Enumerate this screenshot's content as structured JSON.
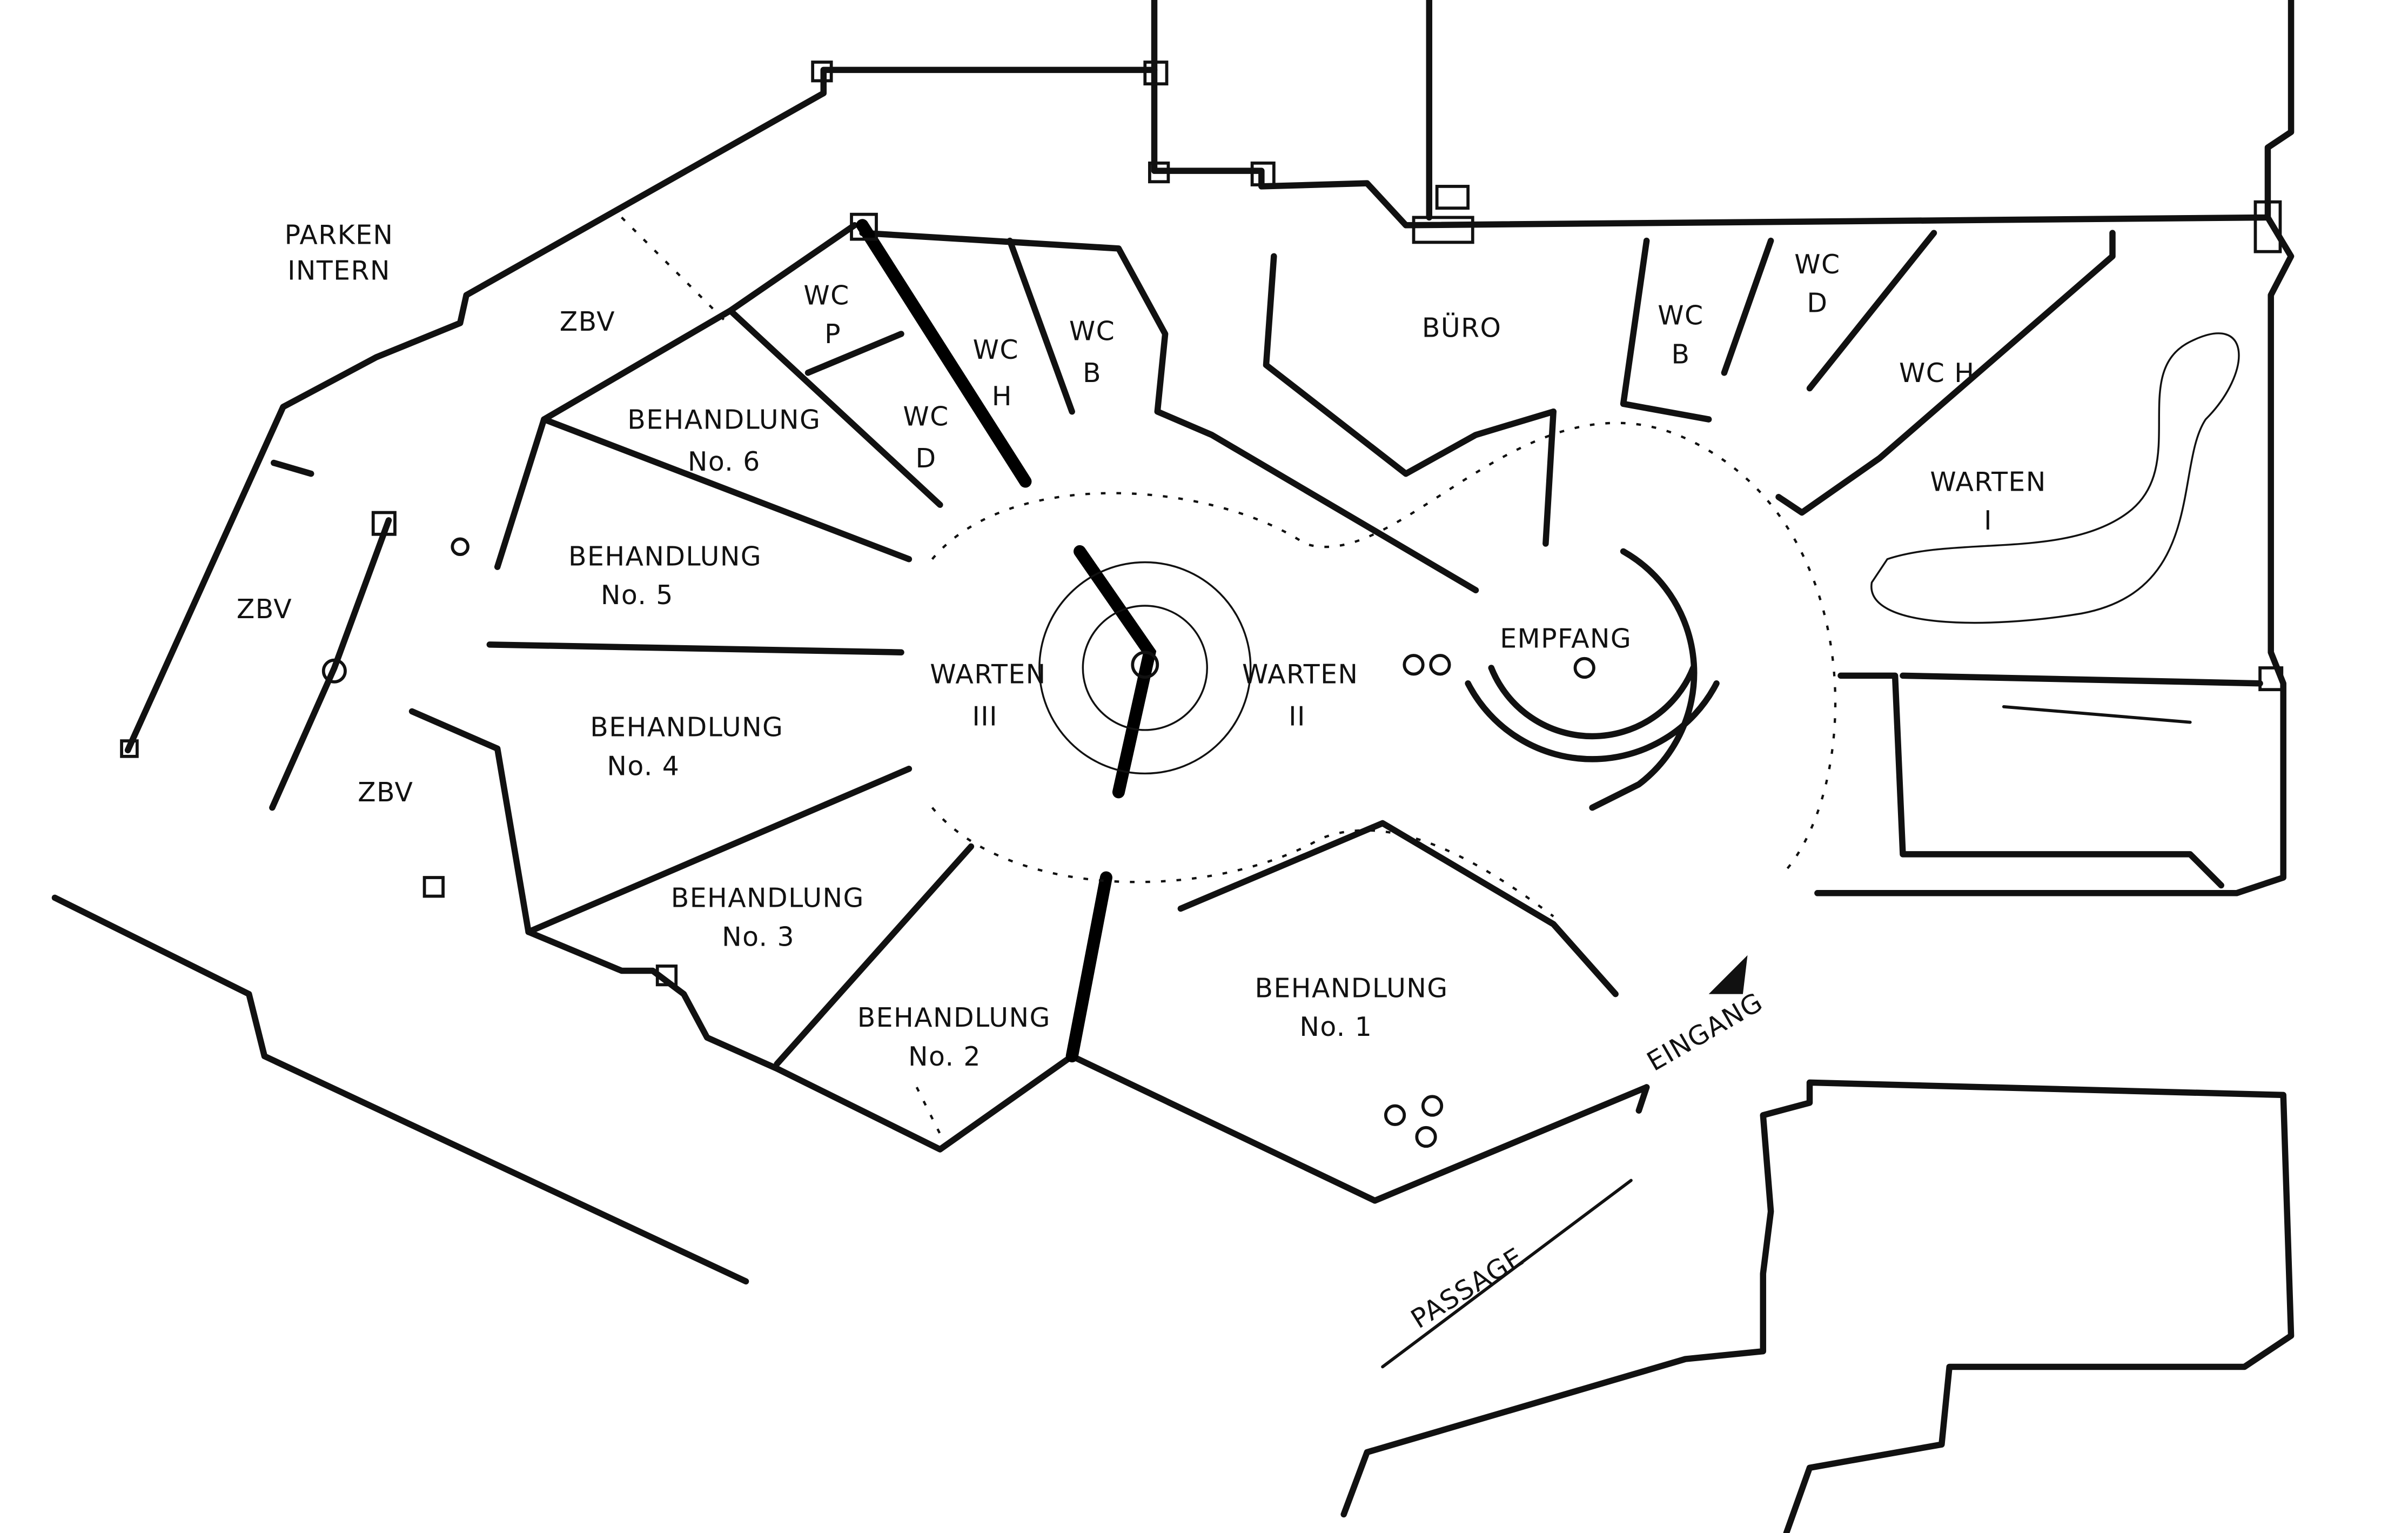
{
  "plan": {
    "parken_intern": [
      "PARKEN",
      "INTERN"
    ],
    "zbv_top": "ZBV",
    "zbv_left": "ZBV",
    "zbv_bottom": "ZBV",
    "behandlung_6": [
      "BEHANDLUNG",
      "No. 6"
    ],
    "behandlung_5": [
      "BEHANDLUNG",
      "No. 5"
    ],
    "behandlung_4": [
      "BEHANDLUNG",
      "No. 4"
    ],
    "behandlung_3": [
      "BEHANDLUNG",
      "No. 3"
    ],
    "behandlung_2": [
      "BEHANDLUNG",
      "No. 2"
    ],
    "behandlung_1": [
      "BEHANDLUNG",
      "No. 1"
    ],
    "wc_p": [
      "WC",
      "P"
    ],
    "wc_d_left": [
      "WC",
      "D"
    ],
    "wc_h_left": [
      "WC",
      "H"
    ],
    "wc_b_left": [
      "WC",
      "B"
    ],
    "wc_b_right": [
      "WC",
      "B"
    ],
    "wc_d_right": [
      "WC",
      "D"
    ],
    "wc_h_right": "WC H",
    "warten_3": [
      "WARTEN",
      "III"
    ],
    "warten_2": [
      "WARTEN",
      "II"
    ],
    "warten_1": [
      "WARTEN",
      "I"
    ],
    "empfang": "EMPFANG",
    "buero": "BÜRO",
    "eingang": "EINGANG",
    "passage": "PASSAGE"
  },
  "colors": {
    "ink": "#111111",
    "paper": "#ffffff"
  }
}
